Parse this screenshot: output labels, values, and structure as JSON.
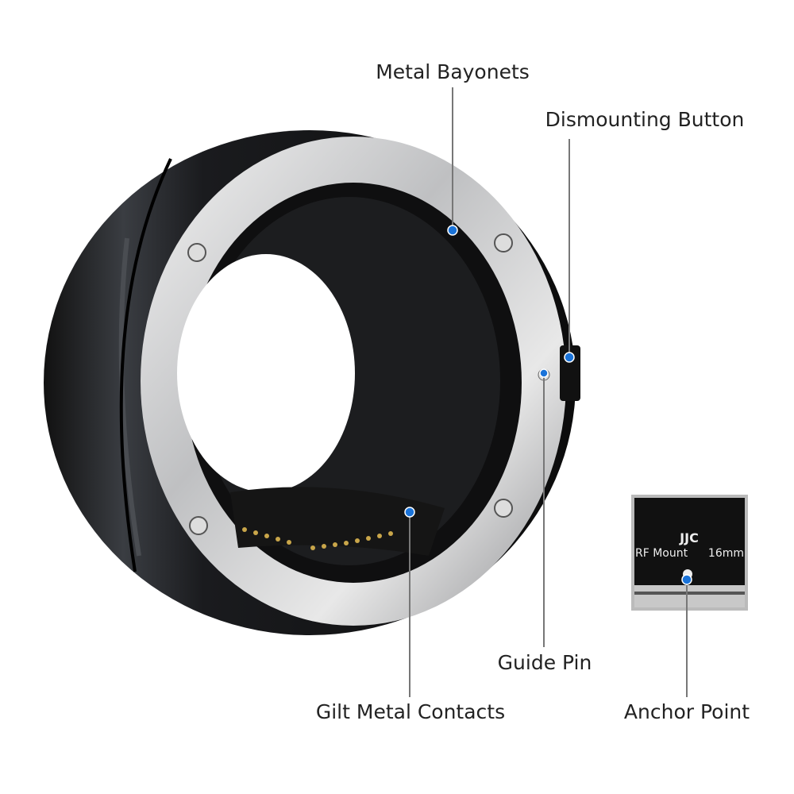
{
  "callouts": {
    "metal_bayonets": "Metal Bayonets",
    "dismounting_button": "Dismounting Button",
    "guide_pin": "Guide Pin",
    "gilt_metal_contacts": "Gilt Metal Contacts",
    "anchor_point": "Anchor Point"
  },
  "inset": {
    "brand": "JJC",
    "mount_text": "RF Mount",
    "length_text": "16mm"
  },
  "colors": {
    "callout_dot": "#1a73d9",
    "callout_line": "#777777",
    "label_text": "#222222"
  }
}
